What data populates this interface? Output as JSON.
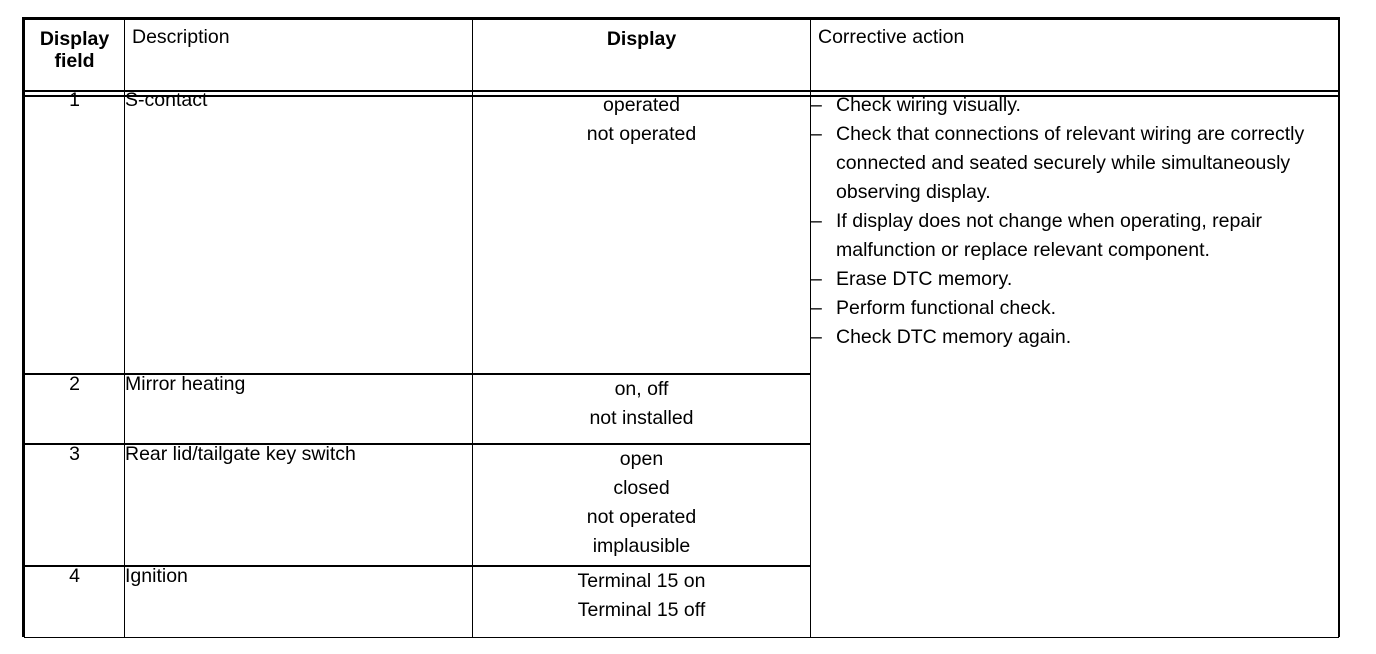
{
  "table": {
    "headers": {
      "display_field": [
        "Display",
        "field"
      ],
      "description": "Description",
      "display": "Display",
      "corrective_action": "Corrective action"
    },
    "rows": [
      {
        "field": "1",
        "description": "S-contact",
        "display_values": [
          "operated",
          "not operated"
        ]
      },
      {
        "field": "2",
        "description": "Mirror heating",
        "display_values": [
          "on, off",
          "not installed"
        ]
      },
      {
        "field": "3",
        "description": "Rear lid/tailgate key switch",
        "display_values": [
          "open",
          "closed",
          "not operated",
          "implausible"
        ]
      },
      {
        "field": "4",
        "description": "Ignition",
        "display_values": [
          "Terminal 15 on",
          "Terminal 15 off"
        ]
      }
    ],
    "corrective_actions": {
      "dash": "–",
      "items": [
        "Check wiring visually.",
        "Check that connections of relevant wiring are correctly connected and seated securely while simultaneously observing display.",
        "If display does not change when operating, repair malfunction or replace relevant component.",
        "Erase DTC memory.",
        "Perform functional check.",
        "Check DTC memory again."
      ]
    }
  },
  "colors": {
    "ink": "#000000",
    "paper": "#ffffff"
  }
}
